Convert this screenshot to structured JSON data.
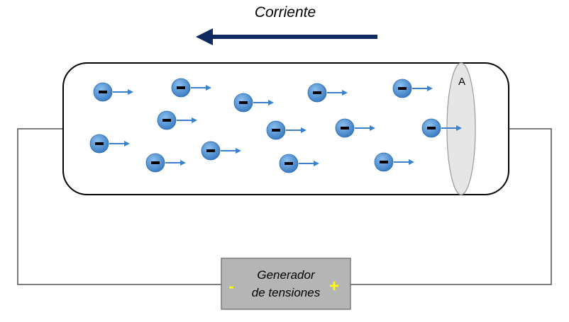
{
  "current": {
    "label": "Corriente"
  },
  "conductor": {
    "section_label": "A"
  },
  "generator": {
    "line1": "Generador",
    "line2": "de tensiones",
    "minus": "-",
    "plus": "+"
  },
  "electron": {
    "charge_symbol": "−"
  },
  "colors": {
    "current_arrow": "#0e2a5e",
    "electron_fill": "#4a8fd4",
    "electron_arrow": "#3a82d0",
    "generator_fill": "#b5b5b5",
    "generator_border": "#7a7a7a",
    "terminal_sign": "#ffff00",
    "section_fill": "#e6e6e6",
    "wire": "#333333"
  }
}
